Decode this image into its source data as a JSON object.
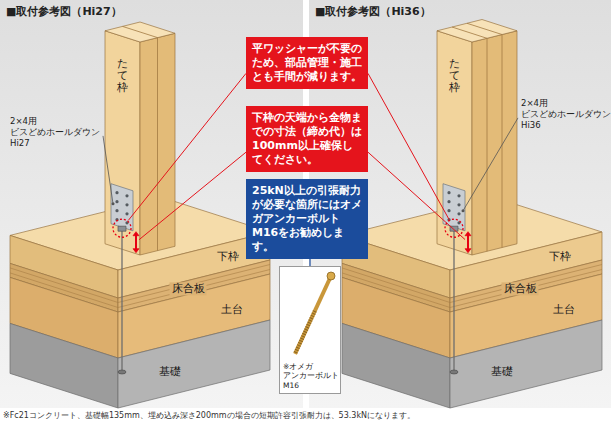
{
  "diagram": {
    "caption": "※Fc21コンクリート、基礎幅135mm、埋め込み深さ200mmの場合の短期許容引張耐力は、53.3kNになります。",
    "nodes": [
      {
        "text": [
          "■取付参考図（Hi27）"
        ]
      },
      {
        "text": [
          "■取付参考図（Hi36）"
        ]
      },
      {
        "text": [
          "平ワッシャーが不要のため、部品管理・施工とも手間が減ります。"
        ]
      },
      {
        "text": [
          "下枠の天端から金物までの寸法（締め代）は100mm以上確保してください。"
        ]
      },
      {
        "text": [
          "25kN以上の引張耐力が必要な箇所にはオメガアンカーボルトM16をお勧めします。"
        ]
      },
      {
        "text": [
          "※オメガ アンカーボルト M16"
        ]
      }
    ],
    "edges": [
      {
        "from": 4,
        "to": 5,
        "arrow": "none"
      }
    ],
    "labels": [
      "たて枠",
      "2×4用 ビスどめホールダウン Hi27",
      "下枠",
      "床合板",
      "土台",
      "基礎",
      "たて枠",
      "2×4用 ビスどめホールダウン Hi36",
      "下枠",
      "床合板",
      "土台",
      "基礎"
    ]
  }
}
